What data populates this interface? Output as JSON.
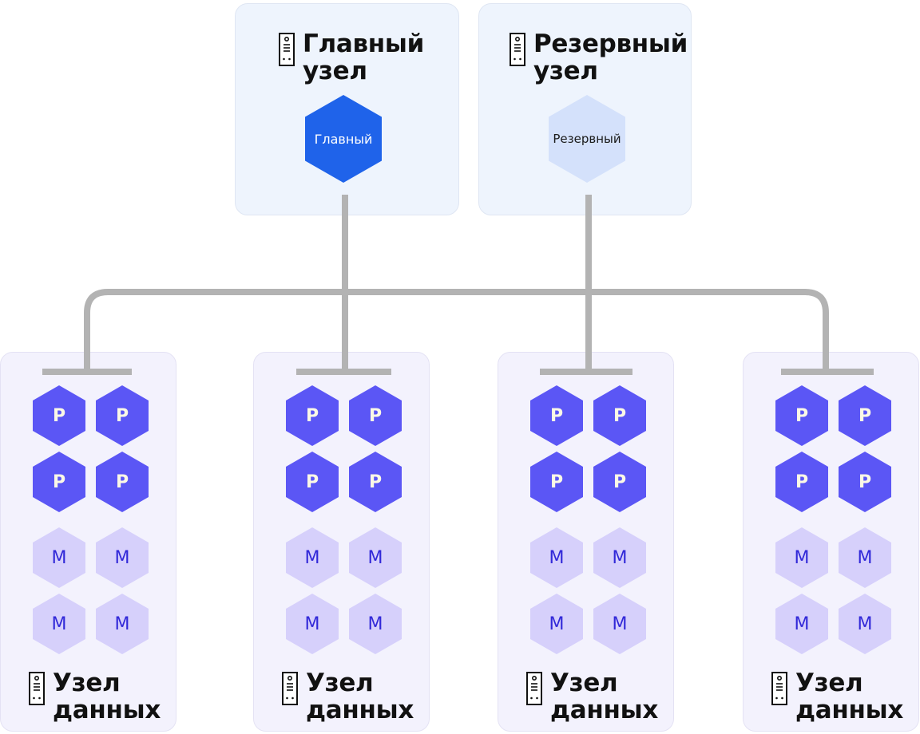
{
  "diagram": {
    "master_node": {
      "title": "Главный узел",
      "title_line1": "Главный",
      "title_line2": "узел",
      "icon": "server-icon",
      "role_hex": {
        "label": "Главный",
        "color": "#1f63ea",
        "text_color": "#ffffff"
      }
    },
    "backup_node": {
      "title": "Резервный узел",
      "title_line1": "Резервный",
      "title_line2": "узел",
      "icon": "server-icon",
      "role_hex": {
        "label": "Резервный",
        "color": "#d4e1fb",
        "text_color": "#1a1a1a"
      }
    },
    "data_nodes": [
      {
        "title_line1": "Узел",
        "title_line2": "данных",
        "icon": "server-icon",
        "primary_shards": [
          "P",
          "P",
          "P",
          "P"
        ],
        "mirror_shards": [
          "M",
          "M",
          "M",
          "M"
        ]
      },
      {
        "title_line1": "Узел",
        "title_line2": "данных",
        "icon": "server-icon",
        "primary_shards": [
          "P",
          "P",
          "P",
          "P"
        ],
        "mirror_shards": [
          "M",
          "M",
          "M",
          "M"
        ]
      },
      {
        "title_line1": "Узел",
        "title_line2": "данных",
        "icon": "server-icon",
        "primary_shards": [
          "P",
          "P",
          "P",
          "P"
        ],
        "mirror_shards": [
          "M",
          "M",
          "M",
          "M"
        ]
      },
      {
        "title_line1": "Узел",
        "title_line2": "данных",
        "icon": "server-icon",
        "primary_shards": [
          "P",
          "P",
          "P",
          "P"
        ],
        "mirror_shards": [
          "M",
          "M",
          "M",
          "M"
        ]
      }
    ],
    "colors": {
      "connector": "#b3b3b3",
      "primary_shard": "#5b56f5",
      "mirror_shard": "#d6d0fb",
      "mirror_text": "#3128d8",
      "coordinator_box_bg": "#eef4fd",
      "data_box_bg": "#f3f2fd"
    }
  }
}
